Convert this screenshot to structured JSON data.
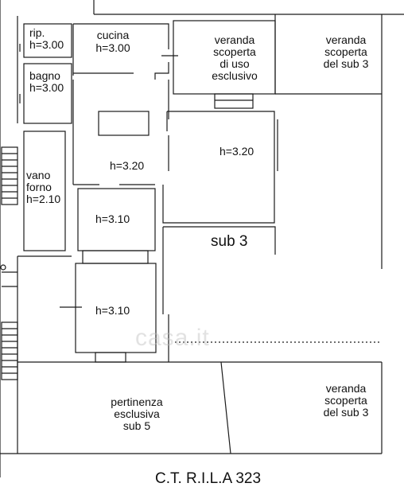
{
  "labels": {
    "rip": "rip.",
    "rip_h": "h=3.00",
    "cucina": "cucina",
    "cucina_h": "h=3.00",
    "bagno": "bagno",
    "bagno_h": "h=3.00",
    "veranda_uso": "veranda\nscoperta\ndi uso\nesclusivo",
    "veranda_sub3_top": "veranda\nscoperta\ndel sub 3",
    "vano_forno": "vano\nforno\nh=2.10",
    "h320_left": "h=3.20",
    "h320_right": "h=3.20",
    "h310_upper": "h=3.10",
    "h310_lower": "h=3.10",
    "sub3": "sub 3",
    "pertinenza": "pertinenza\nesclusiva\nsub 5",
    "veranda_sub3_bottom": "veranda\nscoperta\ndel sub 3",
    "bottom_cut": "C.T. R.I.L.A 323"
  },
  "watermark": "casa.it",
  "colors": {
    "line": "#1a1a1a",
    "background": "#ffffff"
  }
}
